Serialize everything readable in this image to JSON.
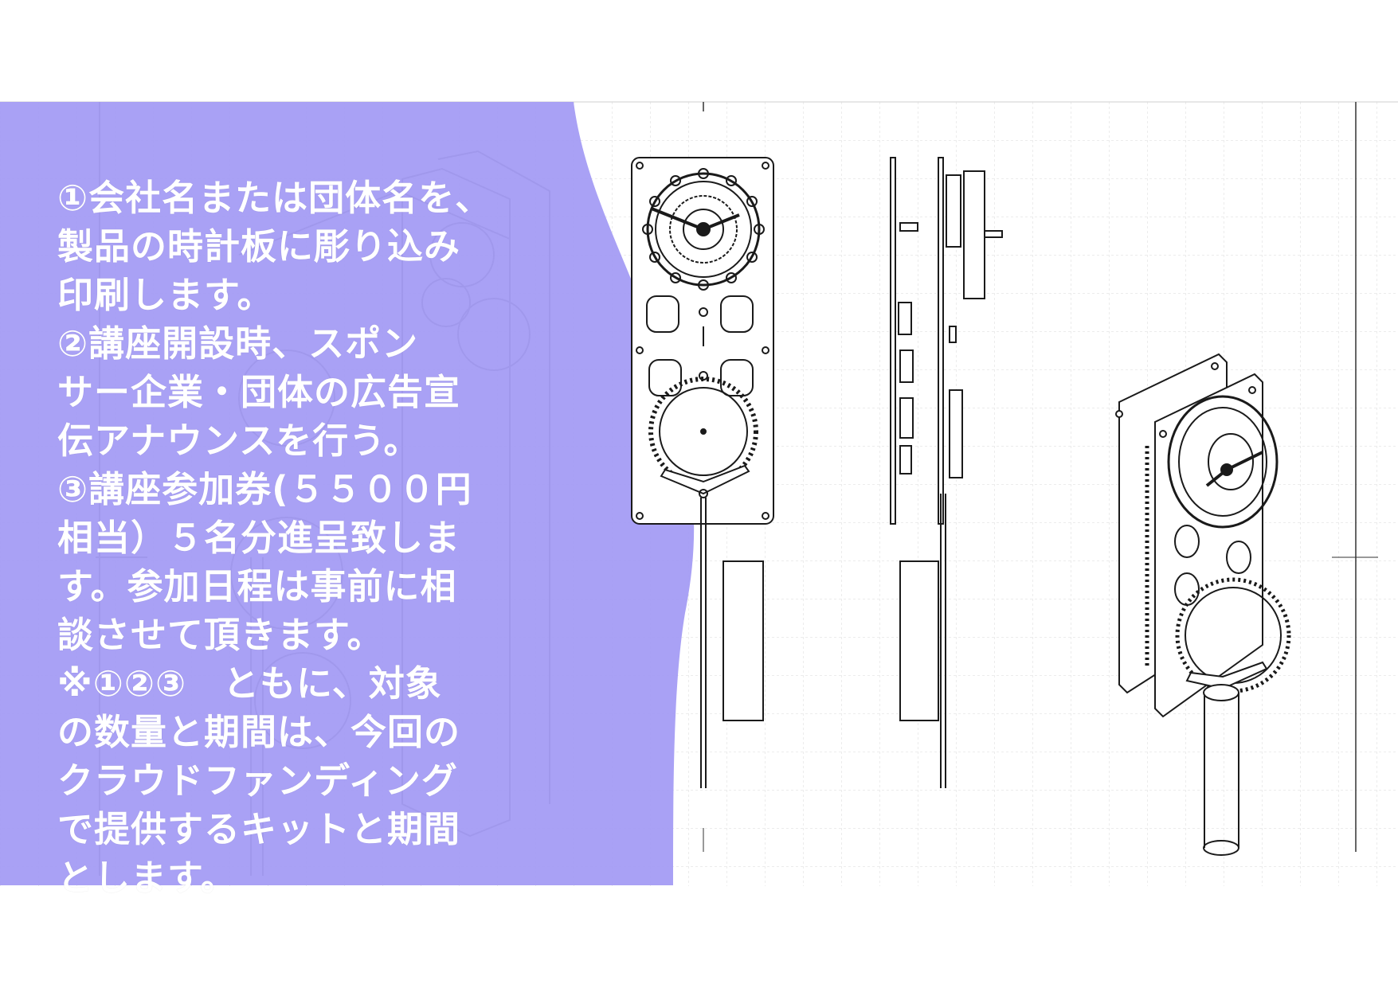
{
  "lines": [
    "①会社名または団体名を、",
    "製品の時計板に彫り込み",
    "印刷します。",
    "②講座開設時、スポン",
    "サー企業・団体の広告宣",
    "伝アナウンスを行う。",
    "③講座参加券(５５００円",
    "相当）５名分進呈致しま",
    "す。参加日程は事前に相",
    "談させて頂きます。",
    "※①②③　ともに、対象",
    "の数量と期間は、今回の",
    "クラウドファンディング",
    "で提供するキットと期間",
    "とします。"
  ],
  "colors": {
    "panel": "#a59df5",
    "text": "#ffffff",
    "grid": "#d8d8d8",
    "line": "#1a1a1a"
  },
  "figure": {
    "subject": "wooden-pendulum-clock-technical-drawing",
    "views": [
      "front-view",
      "side-view",
      "isometric-view"
    ]
  }
}
